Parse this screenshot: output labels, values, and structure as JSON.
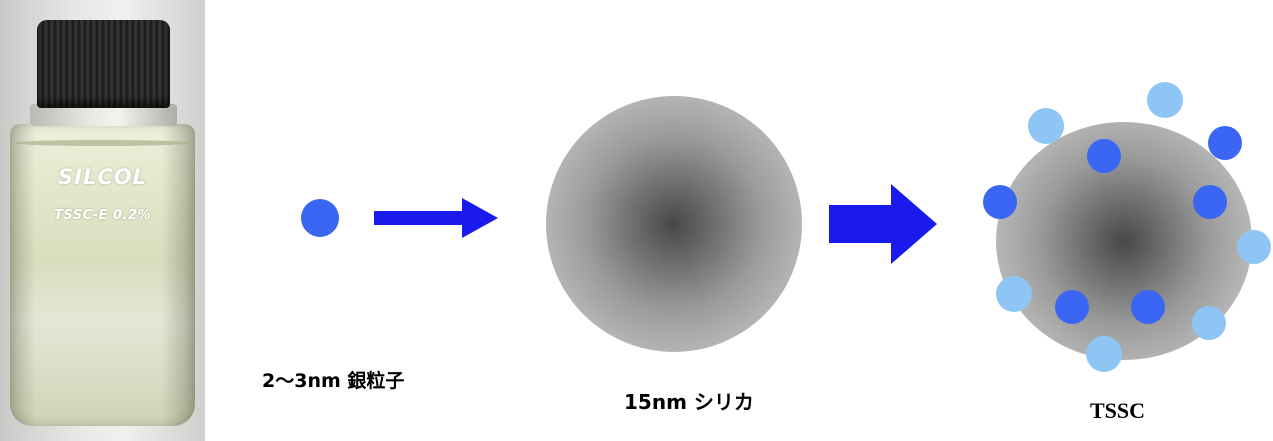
{
  "photo": {
    "brand_label": "SILCOL",
    "product_label": "TSSC-E 0.2%"
  },
  "labels": {
    "silver_particle": "2～3nm 銀粒子",
    "silica": "15nm シリカ",
    "composite": "TSSC"
  },
  "colors": {
    "silver_particle": "#3b66f4",
    "silver_particle_light": "#8ec5f5",
    "arrow": "#1a1aee",
    "silica_edge": "#c4c4c4",
    "silica_center": "#484848"
  }
}
